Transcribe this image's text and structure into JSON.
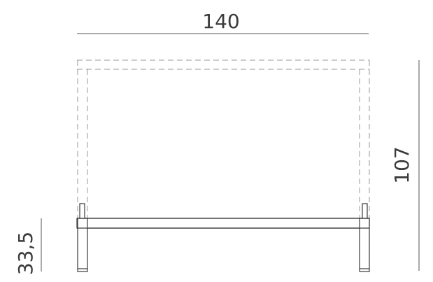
{
  "dimensions": {
    "width": "140",
    "total_height": "107",
    "base_height": "33,5"
  },
  "colors": {
    "line": "#3a3a3a",
    "dashed": "#9a9a9a",
    "dim_line": "#555555",
    "background": "#ffffff"
  }
}
